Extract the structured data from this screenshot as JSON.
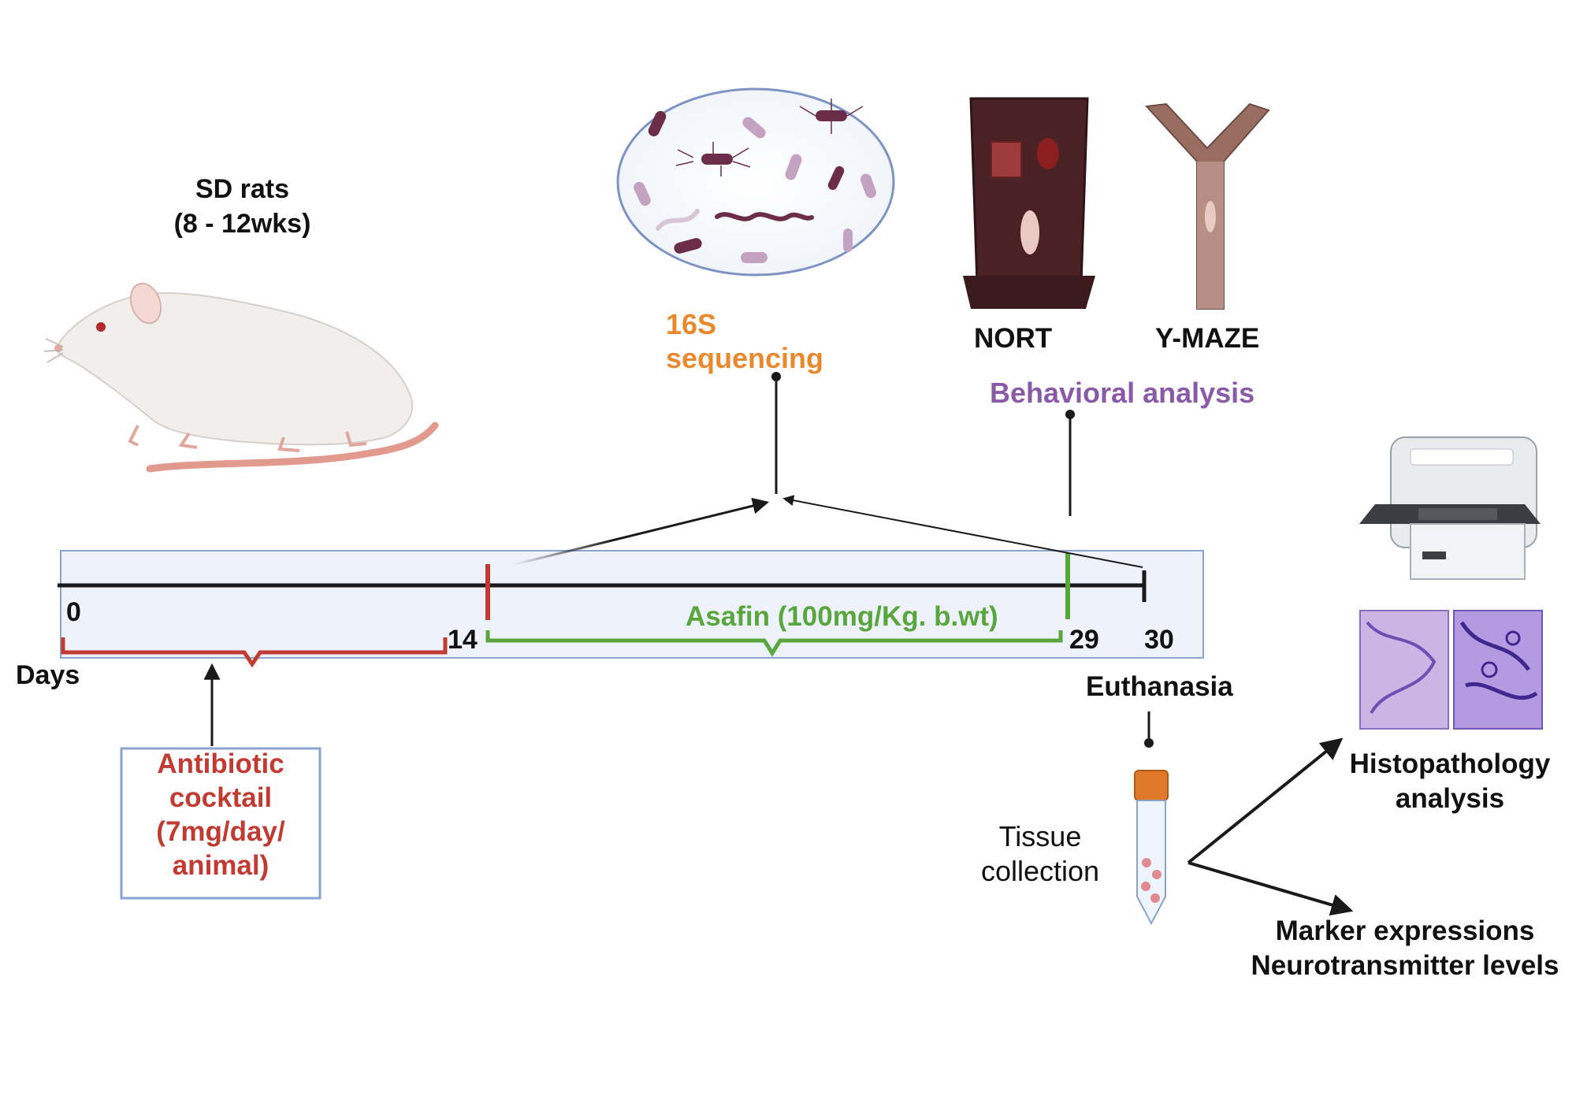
{
  "subject": {
    "line1": "SD rats",
    "line2": "(8 - 12wks)"
  },
  "sequencing": {
    "line1": "16S",
    "line2": "sequencing"
  },
  "behavior": {
    "test1": "NORT",
    "test2": "Y-MAZE",
    "title": "Behavioral analysis"
  },
  "timeline": {
    "day0": "0",
    "day14": "14",
    "day29": "29",
    "day30": "30",
    "unit": "Days",
    "treatment": "Asafin (100mg/Kg. b.wt)"
  },
  "antibiotic": {
    "line1": "Antibiotic",
    "line2": "cocktail",
    "line3": "(7mg/day/",
    "line4": "animal)"
  },
  "endpoint": {
    "euthanasia": "Euthanasia",
    "tissue1": "Tissue",
    "tissue2": "collection",
    "histo1": "Histopathology",
    "histo2": "analysis",
    "marker1": "Marker expressions",
    "marker2": "Neurotransmitter levels"
  },
  "colors": {
    "red": "#c23b32",
    "green": "#59a63f",
    "orange": "#e8892d",
    "purple": "#8a5aa8",
    "box_border": "#8da3cf",
    "box_fill": "#eef3fb"
  }
}
